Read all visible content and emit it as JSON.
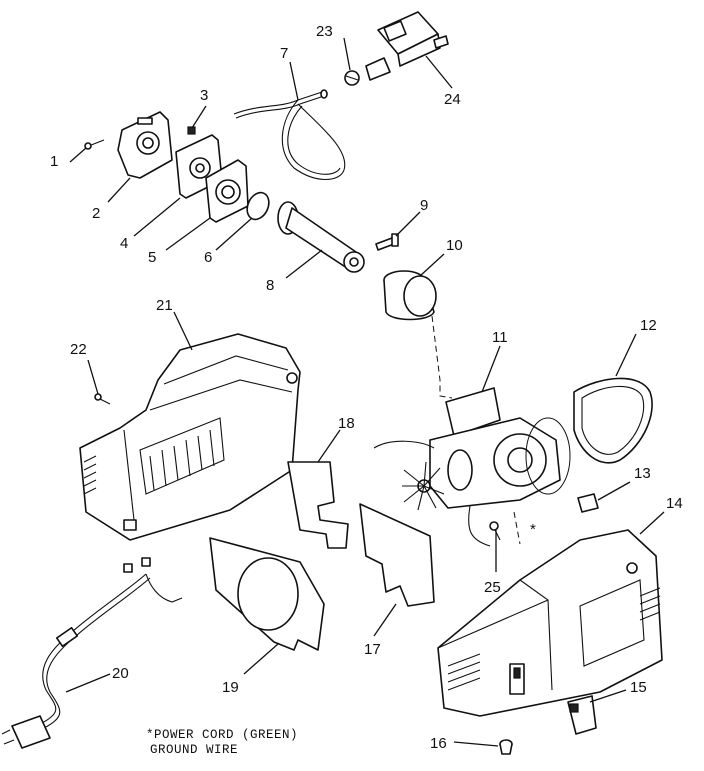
{
  "callouts": [
    {
      "id": "1",
      "label": "1"
    },
    {
      "id": "2",
      "label": "2"
    },
    {
      "id": "3",
      "label": "3"
    },
    {
      "id": "4",
      "label": "4"
    },
    {
      "id": "5",
      "label": "5"
    },
    {
      "id": "6",
      "label": "6"
    },
    {
      "id": "7",
      "label": "7"
    },
    {
      "id": "8",
      "label": "8"
    },
    {
      "id": "9",
      "label": "9"
    },
    {
      "id": "10",
      "label": "10"
    },
    {
      "id": "11",
      "label": "11"
    },
    {
      "id": "12",
      "label": "12"
    },
    {
      "id": "13",
      "label": "13"
    },
    {
      "id": "14",
      "label": "14"
    },
    {
      "id": "15",
      "label": "15"
    },
    {
      "id": "16",
      "label": "16"
    },
    {
      "id": "17",
      "label": "17"
    },
    {
      "id": "18",
      "label": "18"
    },
    {
      "id": "19",
      "label": "19"
    },
    {
      "id": "20",
      "label": "20"
    },
    {
      "id": "21",
      "label": "21"
    },
    {
      "id": "22",
      "label": "22"
    },
    {
      "id": "23",
      "label": "23"
    },
    {
      "id": "24",
      "label": "24"
    },
    {
      "id": "25",
      "label": "25"
    }
  ],
  "footnote": {
    "marker": "*",
    "line1": "*POWER CORD (GREEN)",
    "line2": "GROUND WIRE"
  }
}
